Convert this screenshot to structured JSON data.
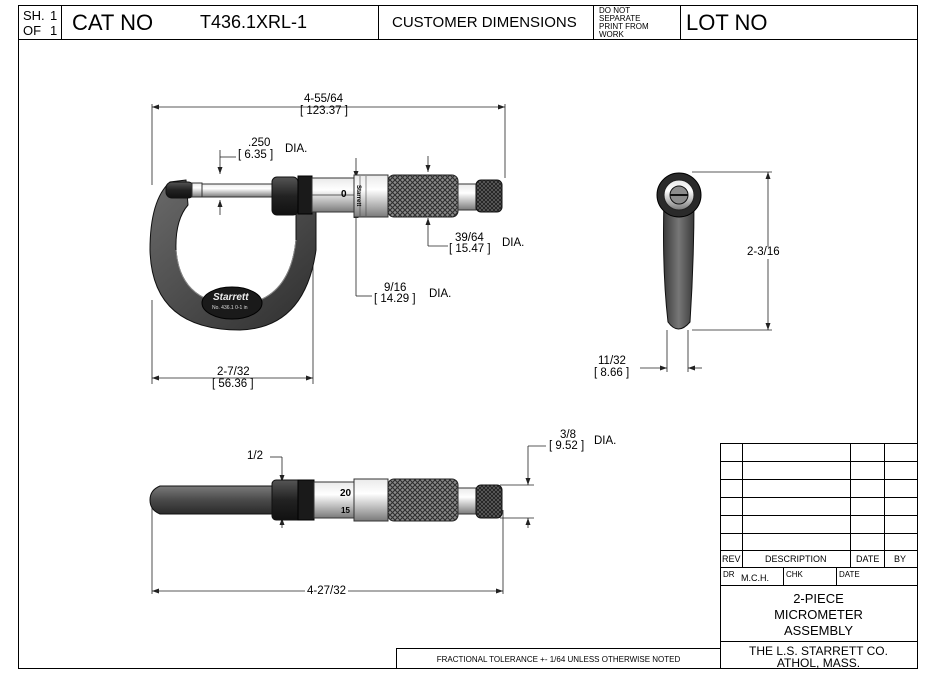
{
  "title_block": {
    "sheet_label": "SH.",
    "sheet_num": "1",
    "of_label": "OF",
    "of_num": "1",
    "cat_no_label": "CAT NO",
    "cat_no_value": "T436.1XRL-1",
    "customer_dimensions": "CUSTOMER DIMENSIONS",
    "notice_lines": [
      "DO NOT",
      "SEPARATE",
      "PRINT FROM",
      "WORK"
    ],
    "lot_no_label": "LOT NO"
  },
  "dimensions": {
    "overall_length": {
      "frac": "4-55/64",
      "metric": "123.37"
    },
    "spindle_dia": {
      "frac": ".250",
      "metric": "6.35",
      "suffix": "DIA."
    },
    "thimble_dia": {
      "frac": "39/64",
      "metric": "15.47",
      "suffix": "DIA."
    },
    "sleeve_dia": {
      "frac": "9/16",
      "metric": "14.29",
      "suffix": "DIA."
    },
    "frame_width": {
      "frac": "2-7/32",
      "metric": "56.36"
    },
    "side_height": {
      "frac": "2-3/16"
    },
    "side_thickness": {
      "frac": "11/32",
      "metric": "8.66"
    },
    "ratchet_dia": {
      "frac": "3/8",
      "metric": "9.52",
      "suffix": "DIA."
    },
    "frame_thickness": {
      "frac": "1/2"
    },
    "bottom_length": {
      "frac": "4-27/32"
    }
  },
  "instrument_marks": {
    "brand": "Starrett",
    "model_line": "No. 436.1  0-1 in",
    "sleeve_brand": "Starrett",
    "thimble_digit_top": "0",
    "thimble_digit_a": "20",
    "thimble_digit_b": "15"
  },
  "revision_table": {
    "rows": 6,
    "headers": {
      "rev": "REV",
      "description": "DESCRIPTION",
      "date": "DATE",
      "by": "BY"
    },
    "dr_label": "DR",
    "dr_value": "M.C.H.",
    "chk_label": "CHK",
    "date_label": "DATE",
    "part_name": [
      "2-PIECE",
      "MICROMETER",
      "ASSEMBLY"
    ],
    "company": [
      "THE L.S. STARRETT CO.",
      "ATHOL, MASS."
    ]
  },
  "tolerance_note": "FRACTIONAL TOLERANCE  +- 1/64 UNLESS OTHERWISE NOTED"
}
